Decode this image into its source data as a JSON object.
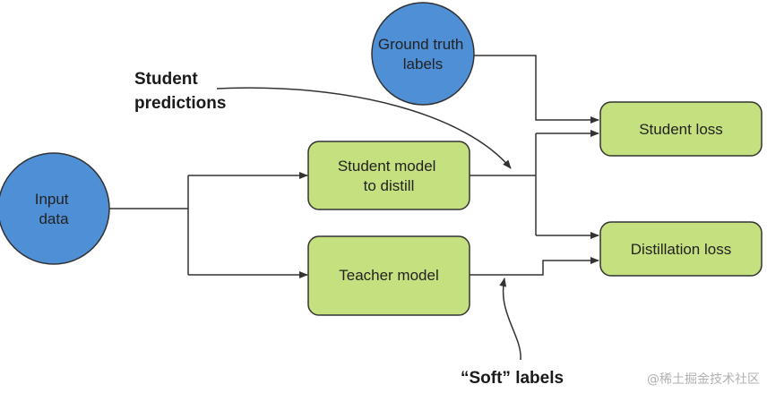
{
  "nodes": {
    "input_data": [
      "Input",
      "data"
    ],
    "ground_truth": [
      "Ground truth",
      "labels"
    ],
    "student_model": [
      "Student model",
      "to distill"
    ],
    "teacher_model": [
      "Teacher model"
    ],
    "student_loss": [
      "Student loss"
    ],
    "distillation_loss": [
      "Distillation loss"
    ]
  },
  "annotations": {
    "student_predictions": [
      "Student",
      "predictions"
    ],
    "soft_labels": "“Soft” labels"
  },
  "watermark": "@稀土掘金技术社区",
  "colors": {
    "circle_fill": "#4f8fd6",
    "box_fill": "#c5e07e",
    "stroke": "#333333"
  }
}
